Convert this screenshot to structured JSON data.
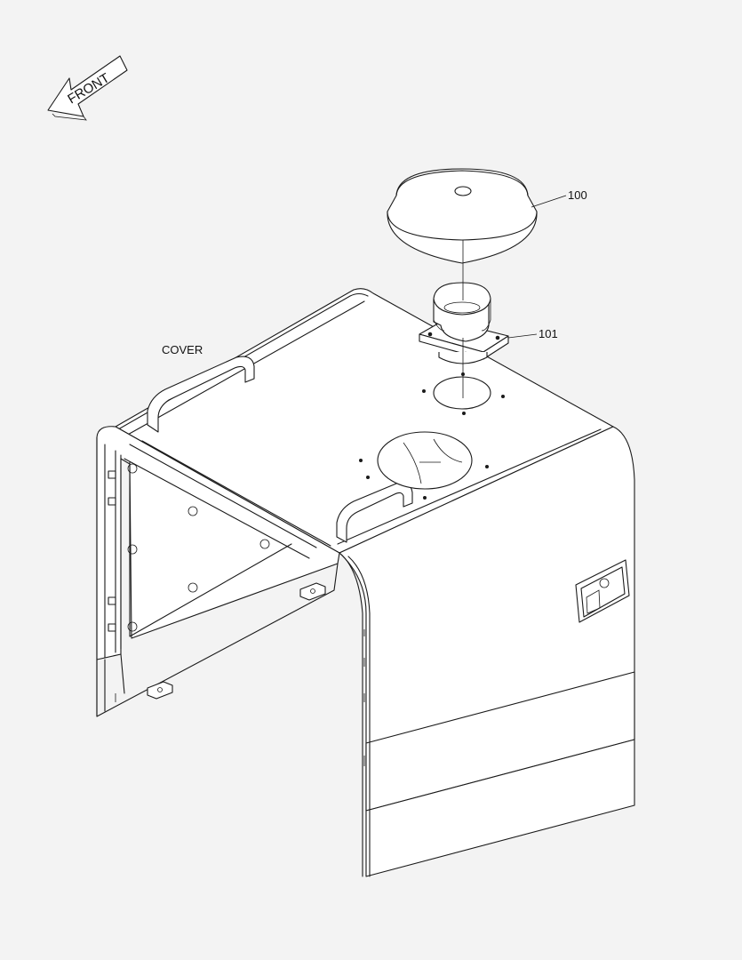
{
  "direction_label": "FRONT",
  "section_label": "COVER",
  "callouts": [
    {
      "id": "cap",
      "label": "100"
    },
    {
      "id": "pipe_flange",
      "label": "101"
    }
  ]
}
